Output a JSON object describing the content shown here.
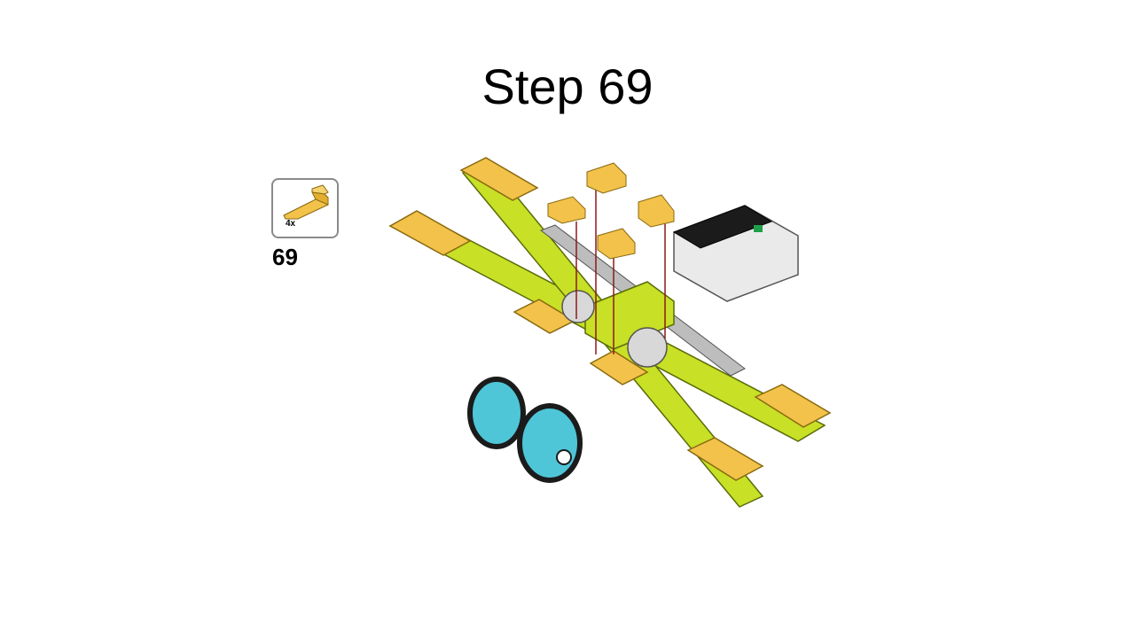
{
  "slide": {
    "title": "Step 69",
    "step_number": "69"
  },
  "parts_callout": {
    "quantity": "4x",
    "part_icon": "yellow-slope-brick-icon",
    "part_color": "#f2c24a"
  },
  "model": {
    "image_icon": "lego-build-model-illustration",
    "colors": {
      "lime": "#c8e025",
      "yellow": "#f2c24a",
      "teal": "#4ec6d8",
      "black": "#1b1b1b",
      "gray": "#b9b9b9",
      "red_guide": "#8c1a1a"
    }
  }
}
